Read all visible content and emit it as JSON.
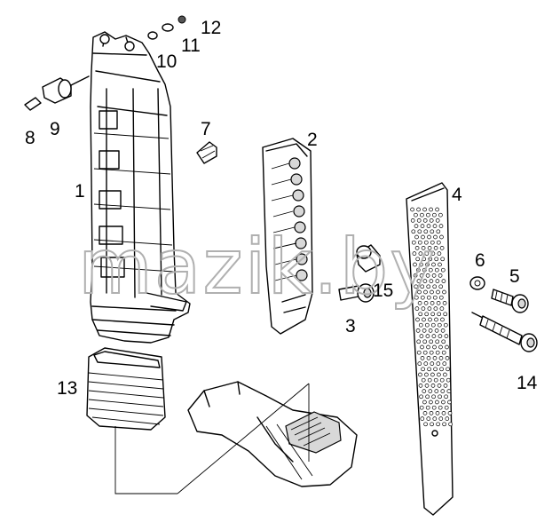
{
  "watermark": "mazik.by",
  "callouts": {
    "p1": "1",
    "p2": "2",
    "p3": "3",
    "p4": "4",
    "p5": "5",
    "p6": "6",
    "p7": "7",
    "p8": "8",
    "p9": "9",
    "p10": "10",
    "p11": "11",
    "p12": "12",
    "p13": "13",
    "p14": "14",
    "p15": "15"
  }
}
